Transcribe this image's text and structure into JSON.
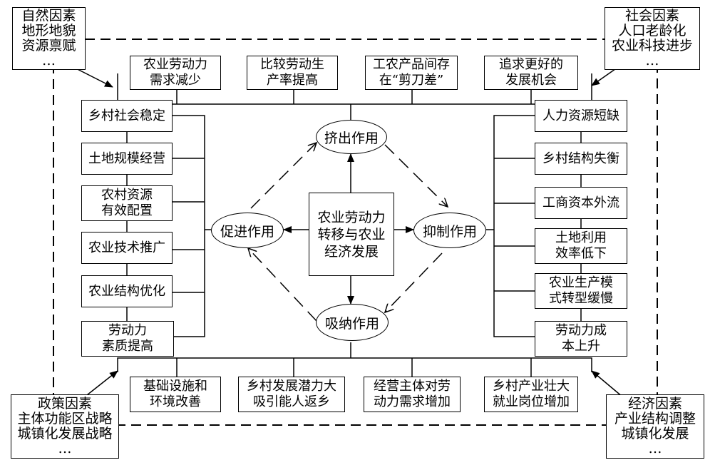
{
  "corners": {
    "natural": {
      "lines": [
        "自然因素",
        "地形地貌",
        "资源禀赋",
        "…"
      ]
    },
    "social": {
      "lines": [
        "社会因素",
        "人口老龄化",
        "农业科技进步",
        "…"
      ]
    },
    "policy": {
      "lines": [
        "政策因素",
        "主体功能区战略",
        "城镇化发展战略",
        "…"
      ]
    },
    "economic": {
      "lines": [
        "经济因素",
        "产业结构调整",
        "城镇化发展",
        "…"
      ]
    }
  },
  "top_row": [
    {
      "lines": [
        "农业劳动力",
        "需求减少"
      ]
    },
    {
      "lines": [
        "比较劳动生",
        "产率提高"
      ]
    },
    {
      "lines": [
        "工农产品间存",
        "在“剪刀差”"
      ]
    },
    {
      "lines": [
        "追求更好的",
        "发展机会"
      ]
    }
  ],
  "bottom_row": [
    {
      "lines": [
        "基础设施和",
        "环境改善"
      ]
    },
    {
      "lines": [
        "乡村发展潜力大",
        "吸引能人返乡"
      ]
    },
    {
      "lines": [
        "经营主体对劳",
        "动力需求增加"
      ]
    },
    {
      "lines": [
        "乡村产业壮大",
        "就业岗位增加"
      ]
    }
  ],
  "left_column": [
    {
      "lines": [
        "乡村社会稳定"
      ]
    },
    {
      "lines": [
        "土地规模经营"
      ]
    },
    {
      "lines": [
        "农村资源",
        "有效配置"
      ]
    },
    {
      "lines": [
        "农业技术推广"
      ]
    },
    {
      "lines": [
        "农业结构优化"
      ]
    },
    {
      "lines": [
        "劳动力",
        "素质提高"
      ]
    }
  ],
  "right_column": [
    {
      "lines": [
        "人力资源短缺"
      ]
    },
    {
      "lines": [
        "乡村结构失衡"
      ]
    },
    {
      "lines": [
        "工商资本外流"
      ]
    },
    {
      "lines": [
        "土地利用",
        "效率低下"
      ]
    },
    {
      "lines": [
        "农业生产模",
        "式转型缓慢"
      ]
    },
    {
      "lines": [
        "劳动力成",
        "本上升"
      ]
    }
  ],
  "center": {
    "lines": [
      "农业劳动力",
      "转移与农业",
      "经济发展"
    ]
  },
  "effects": {
    "push": "挤出作用",
    "inhibit": "抑制作用",
    "absorb": "吸纳作用",
    "promote": "促进作用"
  }
}
